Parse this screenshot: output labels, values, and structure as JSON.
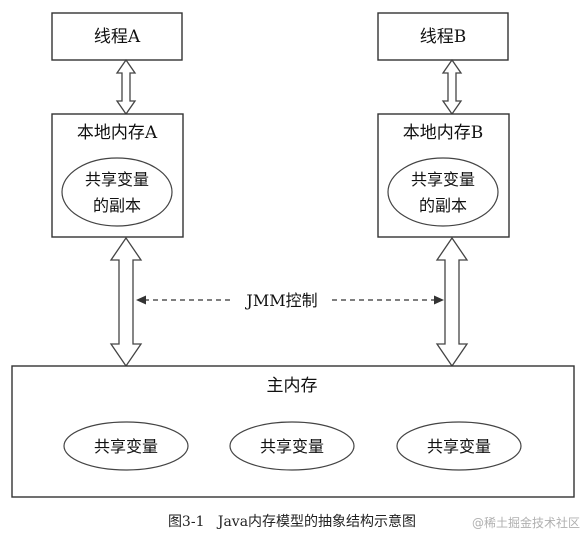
{
  "thread_a": {
    "title": "线程A",
    "local_memory_title": "本地内存A",
    "copy_line1": "共享变量",
    "copy_line2": "的副本"
  },
  "thread_b": {
    "title": "线程B",
    "local_memory_title": "本地内存B",
    "copy_line1": "共享变量",
    "copy_line2": "的副本"
  },
  "jmm_label": "JMM控制",
  "main_memory": {
    "title": "主内存",
    "variables": [
      "共享变量",
      "共享变量",
      "共享变量"
    ]
  },
  "caption": "图3-1   Java内存模型的抽象结构示意图",
  "watermark": "@稀土掘金技术社区"
}
